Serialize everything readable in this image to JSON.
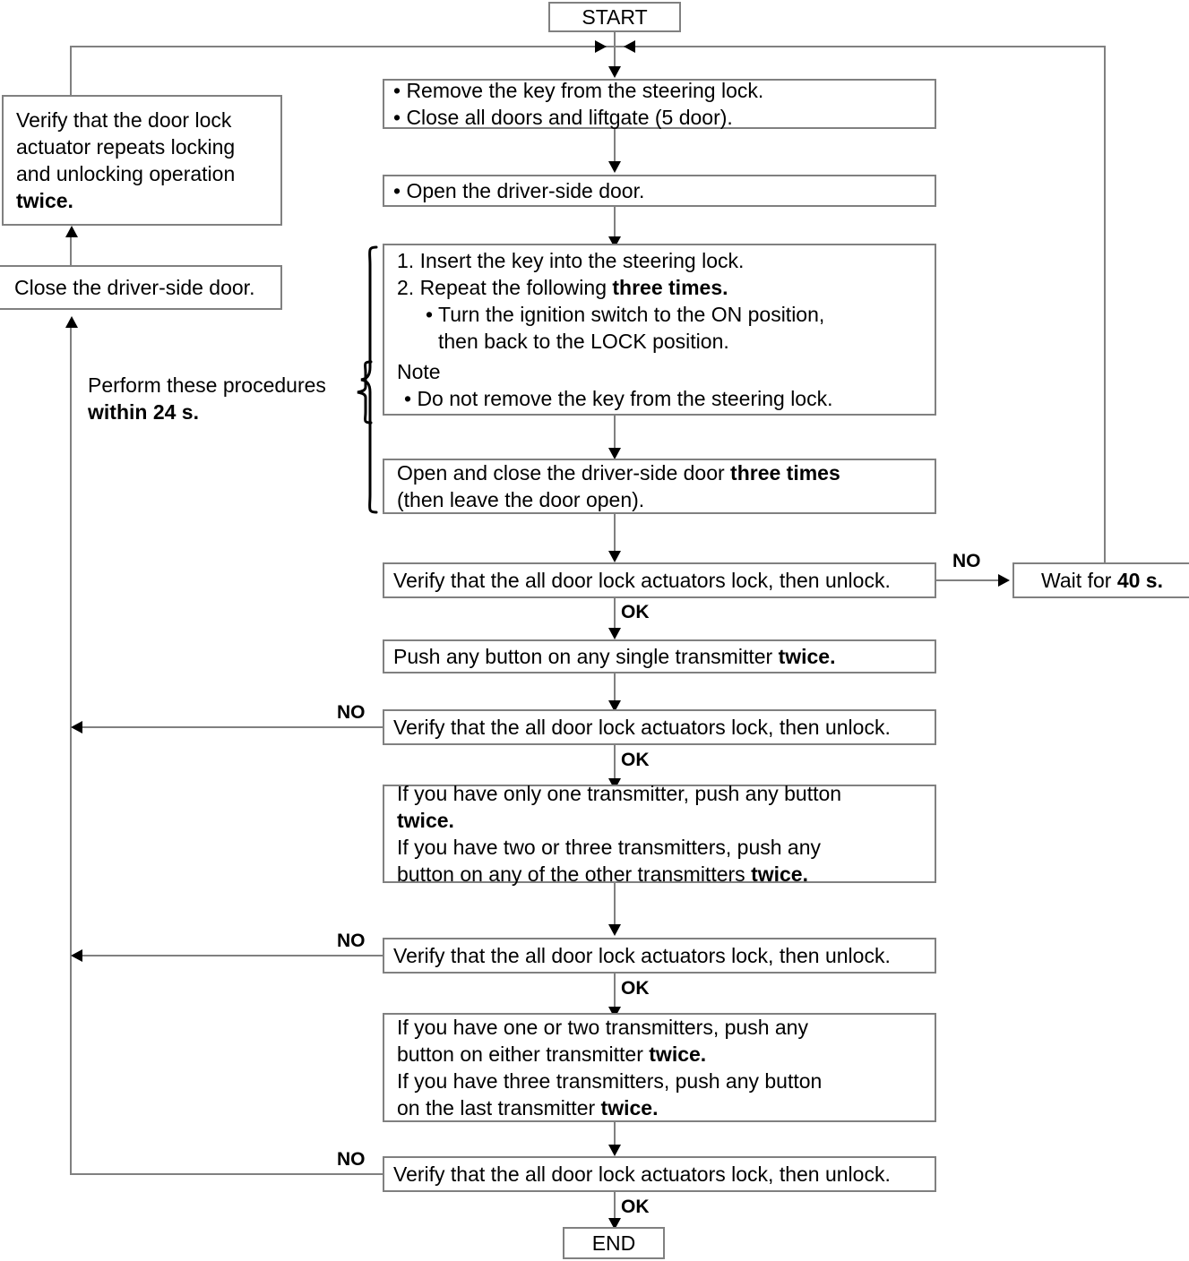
{
  "diagram": {
    "title": "Keyless entry transmitter programming flowchart",
    "start_label": "START",
    "end_label": "END",
    "colors": {
      "box_border": "#808080",
      "line": "#808080",
      "arrow": "#000000",
      "text": "#000000",
      "background": "#ffffff"
    },
    "nodes": {
      "start": {
        "label": "START"
      },
      "step1": {
        "lines": [
          "• Remove the key from  the steering lock.",
          "• Close all doors and liftgate (5 door)."
        ]
      },
      "step2": {
        "lines": [
          "• Open the driver-side door."
        ]
      },
      "step3": {
        "line1": "1. Insert the key into the steering lock.",
        "line2_a": "2. Repeat the following ",
        "line2_b": "three times.",
        "line3": "• Turn the ignition switch to the ON position,",
        "line4": "then back to the LOCK position.",
        "note_label": "Note",
        "note_item": "• Do not remove the key from the steering lock."
      },
      "step4": {
        "line1_a": "Open and close the driver-side door ",
        "line1_b": "three times",
        "line2": "(then leave the door open)."
      },
      "verify1": {
        "label": "Verify that the all door lock actuators lock, then unlock."
      },
      "wait": {
        "prefix": "Wait for ",
        "bold": "40 s."
      },
      "push1": {
        "prefix": "Push any button on any single transmitter ",
        "bold": "twice."
      },
      "verify2": {
        "label": "Verify that the all door lock actuators lock, then unlock."
      },
      "step5": {
        "line1": "If you have only one transmitter, push any button",
        "line2_bold": "twice.",
        "line3": "If you have two or three transmitters, push any",
        "line4_a": "button on any of the other transmitters ",
        "line4_b": "twice."
      },
      "verify3": {
        "label": "Verify that the all door lock actuators lock, then unlock."
      },
      "step6": {
        "line1": "If you have one or two transmitters, push any",
        "line2_a": "button on either transmitter ",
        "line2_b": "twice.",
        "line3": "If you have three transmitters, push any button",
        "line4_a": "on the last transmitter ",
        "line4_b": "twice."
      },
      "verify4": {
        "label": "Verify that the all door lock actuators lock, then unlock."
      },
      "end": {
        "label": "END"
      },
      "verify_actuator": {
        "line1": "Verify that the door lock",
        "line2": "actuator repeats locking",
        "line3": "and unlocking operation",
        "line4_bold": "twice."
      },
      "close_door": {
        "label": "Close the driver-side door."
      }
    },
    "annotations": {
      "perform_line1": "Perform these procedures",
      "perform_line2_bold": "within 24 s."
    },
    "edge_labels": {
      "no1": "NO",
      "ok1": "OK",
      "no2": "NO",
      "ok2": "OK",
      "no3": "NO",
      "ok3": "OK",
      "no4": "NO",
      "ok4": "OK"
    }
  }
}
